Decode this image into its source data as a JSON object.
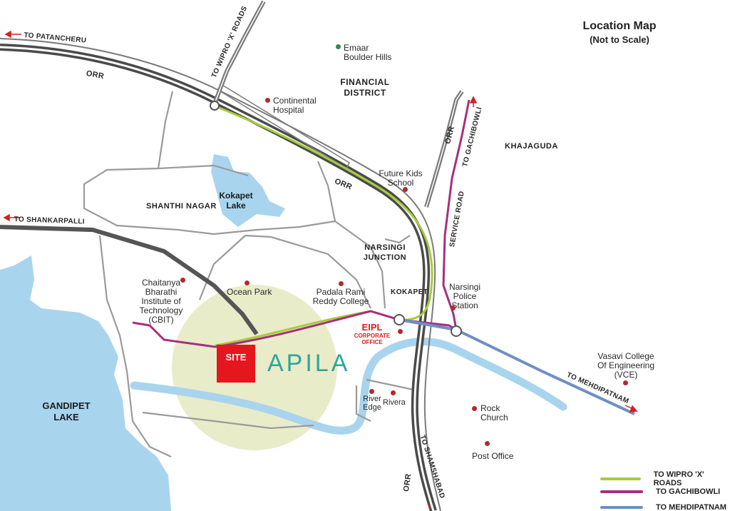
{
  "title": {
    "line1": "Location Map",
    "line2": "(Not to Scale)"
  },
  "brand": "APILA",
  "site_label": "SITE",
  "roads": {
    "orr_top": "ORR",
    "orr_mid": "ORR",
    "orr_vertical": "ORR",
    "orr_bottom": "ORR",
    "service_road": "SERVICE ROAD"
  },
  "directions": {
    "patancheru": "TO PATANCHERU",
    "wipro": "TO WIPRO 'X' ROADS",
    "gachibowli": "TO GACHIBOWLI",
    "shankarpalli": "TO SHANKARPALLI",
    "mehdipatnam": "TO MEHDIPATNAM",
    "shamshabad": "TO SHAMSHABAD"
  },
  "areas": {
    "financial_district_1": "FINANCIAL",
    "financial_district_2": "DISTRICT",
    "khajaguda": "KHAJAGUDA",
    "shanthi_nagar": "SHANTHI NAGAR",
    "narsingi_junction_1": "NARSINGI",
    "narsingi_junction_2": "JUNCTION",
    "kokapet": "KOKAPET"
  },
  "lakes": {
    "kokapet_1": "Kokapet",
    "kokapet_2": "Lake",
    "gandipet_1": "GANDIPET",
    "gandipet_2": "LAKE"
  },
  "landmarks": {
    "emaar_1": "Emaar",
    "emaar_2": "Boulder Hills",
    "continental_1": "Continental",
    "continental_2": "Hospital",
    "future_kids_1": "Future Kids",
    "future_kids_2": "School",
    "cbit_1": "Chaitanya",
    "cbit_2": "Bharathi",
    "cbit_3": "Institute of",
    "cbit_4": "Technology",
    "cbit_5": "(CBIT)",
    "ocean_park": "Ocean Park",
    "padala_1": "Padala Rami",
    "padala_2": "Reddy College",
    "narsingi_police_1": "Narsingi",
    "narsingi_police_2": "Police",
    "narsingi_police_3": "Station",
    "eipl_1": "EIPL",
    "eipl_2": "CORPORATE",
    "eipl_3": "OFFICE",
    "vasavi_1": "Vasavi College",
    "vasavi_2": "Of Engineering",
    "vasavi_3": "(VCE)",
    "river_edge_1": "River",
    "river_edge_2": "Edge",
    "rivera": "Rivera",
    "rock_church_1": "Rock",
    "rock_church_2": "Church",
    "post_office": "Post Office"
  },
  "legend": [
    {
      "label": "TO WIPRO 'X' ROADS",
      "color": "#a8cc3a"
    },
    {
      "label": "TO GACHIBOWLI",
      "color": "#a4307e"
    },
    {
      "label": "TO MEHDIPATNAM",
      "color": "#6f8fc4"
    }
  ],
  "colors": {
    "water": "#a9d4ee",
    "site_halo": "#e9ecc9",
    "site": "#e4161e",
    "landmark_dot": "#b22b2b",
    "arrow": "#d6201f",
    "road_dark": "#4a4a4a"
  }
}
